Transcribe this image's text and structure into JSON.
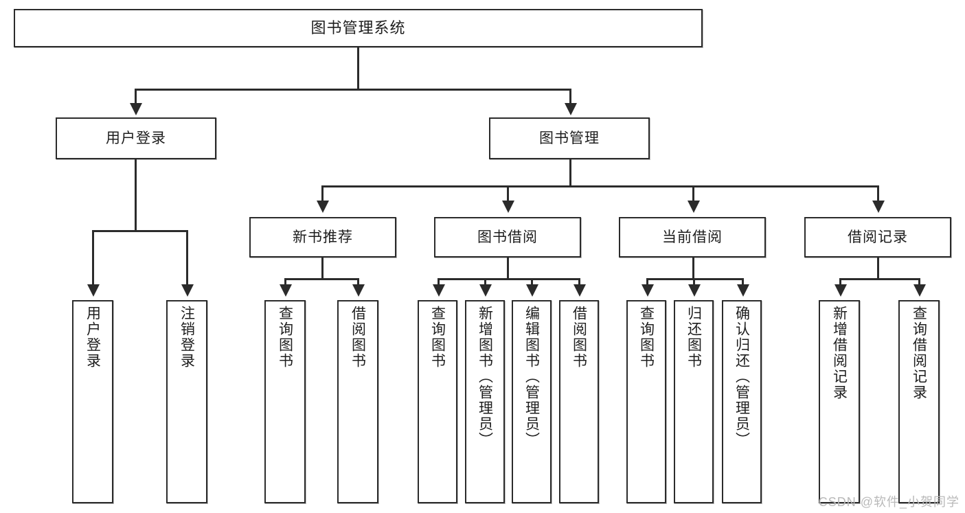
{
  "diagram": {
    "type": "tree-hierarchy",
    "title": "图书管理系统",
    "watermark": "CSDN @软件_小贺同学",
    "colors": {
      "box_border": "#2b2b2b",
      "box_fill": "#ffffff",
      "connector": "#2b2b2b",
      "text": "#1d1d1d",
      "watermark": "#b9b9b9",
      "background": "#ffffff"
    },
    "levels": {
      "root": {
        "label": "图书管理系统"
      },
      "level2": [
        {
          "id": "user-login",
          "label": "用户登录"
        },
        {
          "id": "book-management",
          "label": "图书管理"
        }
      ],
      "level3": [
        {
          "id": "new-book-recommend",
          "label": "新书推荐",
          "parent": "book-management"
        },
        {
          "id": "book-borrow",
          "label": "图书借阅",
          "parent": "book-management"
        },
        {
          "id": "current-borrow",
          "label": "当前借阅",
          "parent": "book-management"
        },
        {
          "id": "borrow-record",
          "label": "借阅记录",
          "parent": "book-management"
        }
      ],
      "leaves": {
        "user-login": [
          {
            "id": "leaf-user-login",
            "label": "用户登录"
          },
          {
            "id": "leaf-user-logout",
            "label": "注销登录"
          }
        ],
        "new-book-recommend": [
          {
            "id": "leaf-query-book-1",
            "label": "查询图书"
          },
          {
            "id": "leaf-borrow-book-1",
            "label": "借阅图书"
          }
        ],
        "book-borrow": [
          {
            "id": "leaf-query-book-2",
            "label": "查询图书"
          },
          {
            "id": "leaf-add-book",
            "label": "新增图书（管理员）"
          },
          {
            "id": "leaf-edit-book",
            "label": "编辑图书（管理员）"
          },
          {
            "id": "leaf-borrow-book-2",
            "label": "借阅图书"
          }
        ],
        "current-borrow": [
          {
            "id": "leaf-query-book-3",
            "label": "查询图书"
          },
          {
            "id": "leaf-return-book",
            "label": "归还图书"
          },
          {
            "id": "leaf-confirm-return",
            "label": "确认归还（管理员）"
          }
        ],
        "borrow-record": [
          {
            "id": "leaf-add-record",
            "label": "新增借阅记录"
          },
          {
            "id": "leaf-query-record",
            "label": "查询借阅记录"
          }
        ]
      }
    }
  }
}
